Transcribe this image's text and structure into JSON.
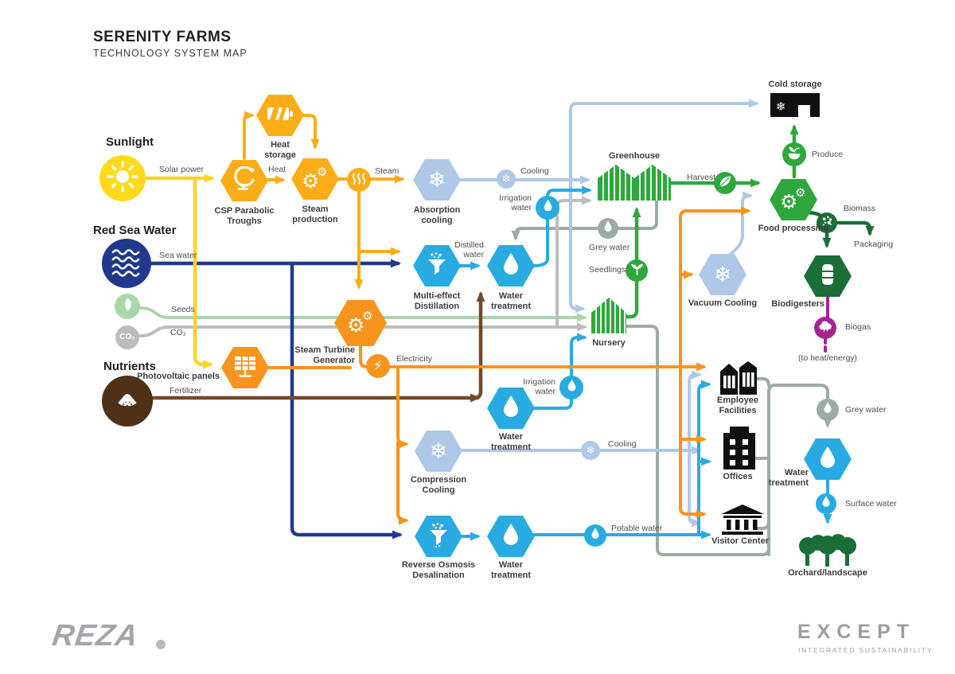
{
  "header": {
    "title": "SERENITY FARMS",
    "subtitle": "TECHNOLOGY SYSTEM MAP"
  },
  "sources": {
    "sunlight": {
      "label": "Sunlight"
    },
    "red_sea_water": {
      "label": "Red Sea Water"
    },
    "nutrients": {
      "label": "Nutrients"
    },
    "co2_icon_text": "CO₂"
  },
  "nodes": {
    "heat_storage": {
      "label": "Heat storage"
    },
    "csp": {
      "label": "CSP Parabolic Troughs"
    },
    "steam_production": {
      "label": "Steam production"
    },
    "absorption_cooling": {
      "label": "Absorption cooling"
    },
    "multi_effect_distillation": {
      "label": "Multi-effect Distillation"
    },
    "water_treatment_top": {
      "label": "Water treatment"
    },
    "steam_turbine_generator": {
      "label": "Steam Turbine Generator"
    },
    "photovoltaic_panels": {
      "label": "Photovoltaic panels"
    },
    "water_treatment_mid": {
      "label": "Water treatment"
    },
    "compression_cooling": {
      "label": "Compression Cooling"
    },
    "reverse_osmosis": {
      "label": "Reverse Osmosis Desalination"
    },
    "water_treatment_bottom": {
      "label": "Water treatment"
    },
    "vacuum_cooling": {
      "label": "Vacuum Cooling"
    },
    "food_processing": {
      "label": "Food processing"
    },
    "biodigesters": {
      "label": "Biodigesters"
    },
    "greenhouse": {
      "label": "Greenhouse"
    },
    "nursery": {
      "label": "Nursery"
    },
    "cold_storage": {
      "label": "Cold storage"
    },
    "employee_facilities": {
      "label": "Employee Facilities"
    },
    "offices": {
      "label": "Offices"
    },
    "visitor_center": {
      "label": "Visitor Center"
    },
    "water_treatment_right": {
      "label": "Water treatment"
    },
    "orchard": {
      "label": "Orchard/landscape"
    }
  },
  "flows": {
    "solar_power": "Solar power",
    "heat": "Heat",
    "steam": "Steam",
    "cooling_top": "Cooling",
    "irrigation_top": "Irrigation water",
    "sea_water": "Sea water",
    "distilled_water": "Distilled water",
    "seeds": "Seeds",
    "co2": "CO₂",
    "electricity": "Electricity",
    "fertilizer": "Fertilizer",
    "harvest": "Harvest",
    "produce": "Produce",
    "biomass": "Biomass",
    "packaging": "Packaging",
    "biogas": "Biogas",
    "to_heat_energy": "(to heat/energy)",
    "grey_water_mid": "Grey water",
    "seedlings": "Seedlings",
    "irrigation_mid": "Irrigation water",
    "cooling_mid": "Cooling",
    "potable_water": "Potable water",
    "grey_water_right": "Grey water",
    "surface_water": "Surface water"
  },
  "footer": {
    "reza_logo": "REZA",
    "except_logo": "EXCEPT",
    "except_tagline": "INTEGRATED SUSTAINABILITY"
  },
  "colors": {
    "solar_yellow": "#FFD51F",
    "process_gold": "#FBAD18",
    "cooling_lightblue": "#AFC8E8",
    "water_blue": "#29ABE2",
    "seawater_navy": "#20398C",
    "seeds_lightgreen": "#A9D7A9",
    "co2_grey": "#BDBDBD",
    "greywater_sage": "#9DABA3",
    "plant_green": "#2EA83C",
    "biomass_darkgreen": "#1B6E38",
    "electricity_orange": "#F7941E",
    "fertilizer_brown": "#75482B",
    "biogas_purple": "#A3278F"
  }
}
